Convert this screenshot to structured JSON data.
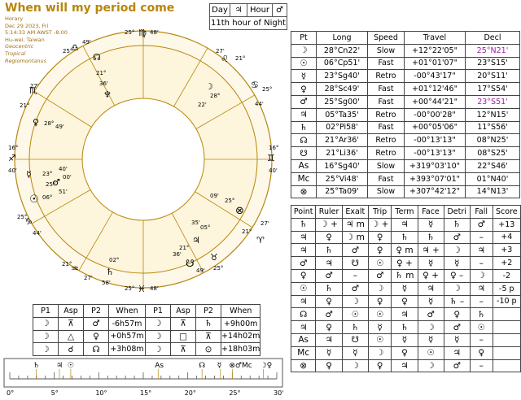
{
  "header": {
    "title": "When will my period come",
    "info": [
      "Horary",
      "Dec 29 2023, Fri",
      "5:14:33 AM AWST -8:00",
      "Hu-wei, Taiwan"
    ],
    "info_italic": [
      "Geocentric",
      "Tropical",
      "Regiomontanus"
    ]
  },
  "dayhour": {
    "day_label": "Day",
    "day_ruler": "♃",
    "hour_label": "Hour",
    "hour_ruler": "♂",
    "hour_text": "11th hour of Night"
  },
  "wheel": {
    "cusp_labels": [
      {
        "sign": "♍",
        "deg": "25°",
        "min": "48'"
      },
      {
        "sign": "♓",
        "deg": "25°",
        "min": "48'"
      },
      {
        "sign": "♐",
        "deg": "16°",
        "min": "40'"
      },
      {
        "sign": "♊",
        "deg": "16°",
        "min": "40'"
      }
    ],
    "house_labels": [
      {
        "text": "25°",
        "sub": "♎",
        "min": "49'"
      },
      {
        "text": "25°",
        "sub": "♋",
        "min": "44'"
      },
      {
        "text": "25°",
        "sub": "♉",
        "min": "49'"
      },
      {
        "text": "25°",
        "sub": "♑",
        "min": "44'"
      },
      {
        "text": "21°",
        "sub": "♏",
        "min": "27'"
      },
      {
        "text": "21°",
        "sub": "♌",
        "min": "27'"
      },
      {
        "text": "21°",
        "sub": "♈",
        "min": "27'"
      },
      {
        "text": "21°",
        "sub": "♒",
        "min": "27'"
      }
    ],
    "planets_in_wheel": [
      {
        "glyph": "☊",
        "deg": "21°",
        "min": "36'",
        "note": "upper"
      },
      {
        "glyph": "♆",
        "deg": "21°",
        "min": "36'"
      },
      {
        "glyph": "☽",
        "deg": "28°",
        "min": "22'"
      },
      {
        "glyph": "♀",
        "deg": "28°",
        "min": "49'"
      },
      {
        "glyph": "☿",
        "deg": "23°",
        "min": "40'"
      },
      {
        "glyph": "♂",
        "deg": "25°",
        "min": "00'"
      },
      {
        "glyph": "☉",
        "deg": "06°",
        "min": "51'"
      },
      {
        "glyph": "♃",
        "deg": "05°",
        "min": "35'"
      },
      {
        "glyph": "♄",
        "deg": "02°",
        "min": "58'"
      },
      {
        "glyph": "☋",
        "deg": "21°",
        "min": "36'"
      },
      {
        "glyph": "⊗",
        "deg": "25°",
        "min": "09'"
      }
    ]
  },
  "planets_table": {
    "headers": [
      "Pt",
      "Long",
      "Speed",
      "Travel",
      "Decl"
    ],
    "rows": [
      {
        "pt": "☽",
        "long": "28°Cn22'",
        "speed": "Slow",
        "travel": "+12°22'05\"",
        "decl": "25°N21'",
        "decl_highlight": true
      },
      {
        "pt": "☉",
        "long": "06°Cp51'",
        "speed": "Fast",
        "travel": "+01°01'07\"",
        "decl": "23°S15'",
        "decl_highlight": false
      },
      {
        "pt": "☿",
        "long": "23°Sg40'",
        "speed": "Retro",
        "travel": "-00°43'17\"",
        "decl": "20°S11'",
        "decl_highlight": false
      },
      {
        "pt": "♀",
        "long": "28°Sc49'",
        "speed": "Fast",
        "travel": "+01°12'46\"",
        "decl": "17°S54'",
        "decl_highlight": false
      },
      {
        "pt": "♂",
        "long": "25°Sg00'",
        "speed": "Fast",
        "travel": "+00°44'21\"",
        "decl": "23°S51'",
        "decl_highlight": true
      },
      {
        "pt": "♃",
        "long": "05°Ta35'",
        "speed": "Retro",
        "travel": "-00°00'28\"",
        "decl": "12°N15'",
        "decl_highlight": false
      },
      {
        "pt": "♄",
        "long": "02°Pi58'",
        "speed": "Fast",
        "travel": "+00°05'06\"",
        "decl": "11°S56'",
        "decl_highlight": false
      },
      {
        "pt": "☊",
        "long": "21°Ar36'",
        "speed": "Retro",
        "travel": "-00°13'13\"",
        "decl": "08°N25'",
        "decl_highlight": false
      },
      {
        "pt": "☋",
        "long": "21°Li36'",
        "speed": "Retro",
        "travel": "-00°13'13\"",
        "decl": "08°S25'",
        "decl_highlight": false
      },
      {
        "pt": "As",
        "long": "16°Sg40'",
        "speed": "Slow",
        "travel": "+319°03'10\"",
        "decl": "22°S46'",
        "decl_highlight": false
      },
      {
        "pt": "Mc",
        "long": "25°Vi48'",
        "speed": "Fast",
        "travel": "+393°07'01\"",
        "decl": "01°N40'",
        "decl_highlight": false
      },
      {
        "pt": "⊗",
        "long": "25°Ta09'",
        "speed": "Slow",
        "travel": "+307°42'12\"",
        "decl": "14°N13'",
        "decl_highlight": false
      }
    ]
  },
  "dignities_table": {
    "headers": [
      "Point",
      "Ruler",
      "Exalt",
      "Trip",
      "Term",
      "Face",
      "Detri",
      "Fall",
      "Score"
    ],
    "rows": [
      [
        "♄",
        "☽ +",
        "♃ m",
        "☽ +",
        "♃",
        "☿",
        "♄",
        "♂",
        "+13"
      ],
      [
        "♃",
        "♀",
        "☽ m",
        "♀",
        "♄",
        "♄",
        "♂",
        "–",
        "+4"
      ],
      [
        "♃",
        "♄",
        "♂",
        "♀",
        "♀ m",
        "♃ +",
        "☽",
        "♃",
        "+3"
      ],
      [
        "♂",
        "♃",
        "☋",
        "☉",
        "♀ +",
        "☿",
        "☿",
        "–",
        "+2"
      ],
      [
        "♀",
        "♂",
        "–",
        "♂",
        "♄ m",
        "♀ +",
        "♀ –",
        "☽",
        "-2"
      ],
      [
        "☉",
        "♄",
        "♂",
        "☽",
        "☿",
        "♃",
        "☽",
        "♃",
        "-5 p"
      ],
      [
        "♃",
        "♀",
        "☽",
        "♀",
        "♀",
        "☿",
        "♄ –",
        "–",
        "-10 p"
      ],
      [
        "☊",
        "♂",
        "☉",
        "☉",
        "♃",
        "♂",
        "♀",
        "♄",
        ""
      ],
      [
        "♃",
        "♀",
        "♄",
        "☿",
        "♄",
        "☽",
        "♂",
        "☉",
        ""
      ],
      [
        "As",
        "♃",
        "☋",
        "☉",
        "☿",
        "☿",
        "☿",
        "–",
        ""
      ],
      [
        "Mc",
        "☿",
        "☿",
        "☽",
        "♀",
        "☉",
        "♃",
        "♀",
        ""
      ],
      [
        "⊗",
        "♀",
        "☽",
        "♀",
        "♃",
        "☽",
        "♂",
        "–",
        ""
      ]
    ]
  },
  "aspects_table": {
    "headers": [
      "P1",
      "Asp",
      "P2",
      "When",
      "P1",
      "Asp",
      "P2",
      "When"
    ],
    "rows": [
      [
        "☽",
        "⊼",
        "♂",
        "-6h57m",
        "☽",
        "⊼",
        "♄",
        "+9h00m"
      ],
      [
        "☽",
        "△",
        "♀",
        "+0h57m",
        "☽",
        "□",
        "⊼",
        "+14h02m"
      ],
      [
        "☽",
        "☌",
        "☊",
        "+3h08m",
        "☽",
        "⊼",
        "⊙",
        "+18h03m"
      ]
    ]
  },
  "ruler": {
    "ticks": [
      "0°",
      "5°",
      "10°",
      "15°",
      "20°",
      "25°",
      "30°"
    ],
    "markers": [
      {
        "glyph": "♄",
        "deg": 2.97
      },
      {
        "glyph": "♃",
        "deg": 5.58
      },
      {
        "glyph": "☉",
        "deg": 6.85
      },
      {
        "glyph": "As",
        "deg": 16.67
      },
      {
        "glyph": "☊",
        "deg": 21.6
      },
      {
        "glyph": "☿",
        "deg": 23.67
      },
      {
        "glyph": "⊗♂Mc",
        "deg": 25.0
      },
      {
        "glyph": "☽♀",
        "deg": 28.5
      }
    ]
  }
}
